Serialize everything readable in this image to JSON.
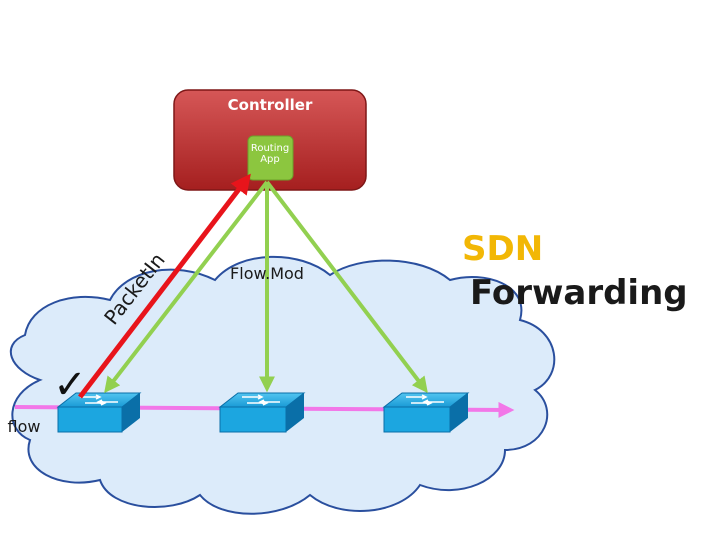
{
  "controller": {
    "label": "Controller",
    "color": "#B32B2B"
  },
  "routing_app": {
    "line1": "Routing",
    "line2": "App",
    "color": "#8CC63F"
  },
  "labels": {
    "packet_in": "PacketIn",
    "flow_mod": "Flow.Mod",
    "flow": "flow",
    "check": "✓"
  },
  "title": {
    "line1": "SDN",
    "line2": "Forwarding"
  },
  "colors": {
    "title_sdn": "#F2B705",
    "title_forwarding": "#1a1a1a",
    "packet_in_arrow": "#E8141B",
    "flow_mod_arrows": "#92D050",
    "flow_arrow": "#F277E8",
    "cloud_fill": "#DCEBFA",
    "cloud_stroke": "#2A4F9E",
    "switch_top": "#1CA6E0",
    "switch_side": "#0A6FA8"
  },
  "switches": [
    {
      "name": "switch-left"
    },
    {
      "name": "switch-middle"
    },
    {
      "name": "switch-right"
    }
  ]
}
